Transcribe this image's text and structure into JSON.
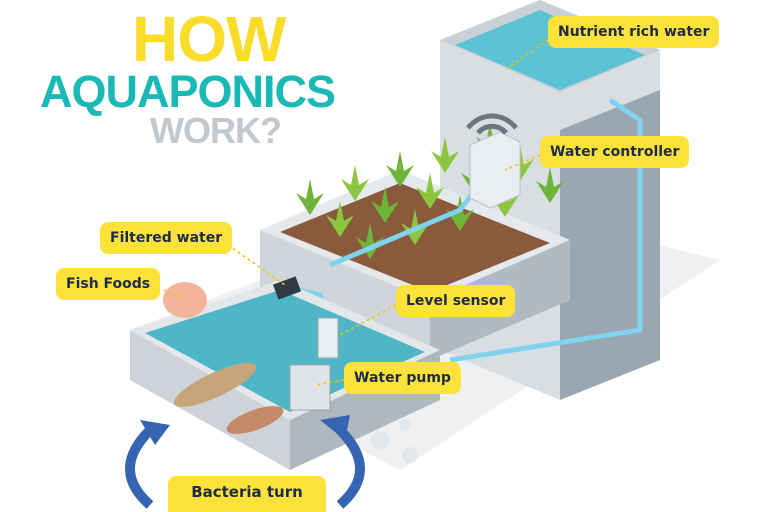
{
  "title": {
    "line1": "HOW",
    "line2": "AQUAPONICS",
    "line3": "WORK?"
  },
  "colors": {
    "title_yellow": "#f9dd2a",
    "title_teal": "#1ab9b5",
    "title_gray": "#c3c8cc",
    "label_bg": "#fde23a",
    "label_text": "#1d2b4a",
    "water": "#5bc3d3",
    "pipe": "#7fd3ee",
    "arrow": "#3565b0"
  },
  "labels": {
    "nutrient": "Nutrient rich water",
    "controller": "Water controller",
    "filtered": "Filtered water",
    "fish_foods": "Fish Foods",
    "level_sensor": "Level sensor",
    "pump": "Water pump",
    "bacteria": "Bacteria turn"
  }
}
